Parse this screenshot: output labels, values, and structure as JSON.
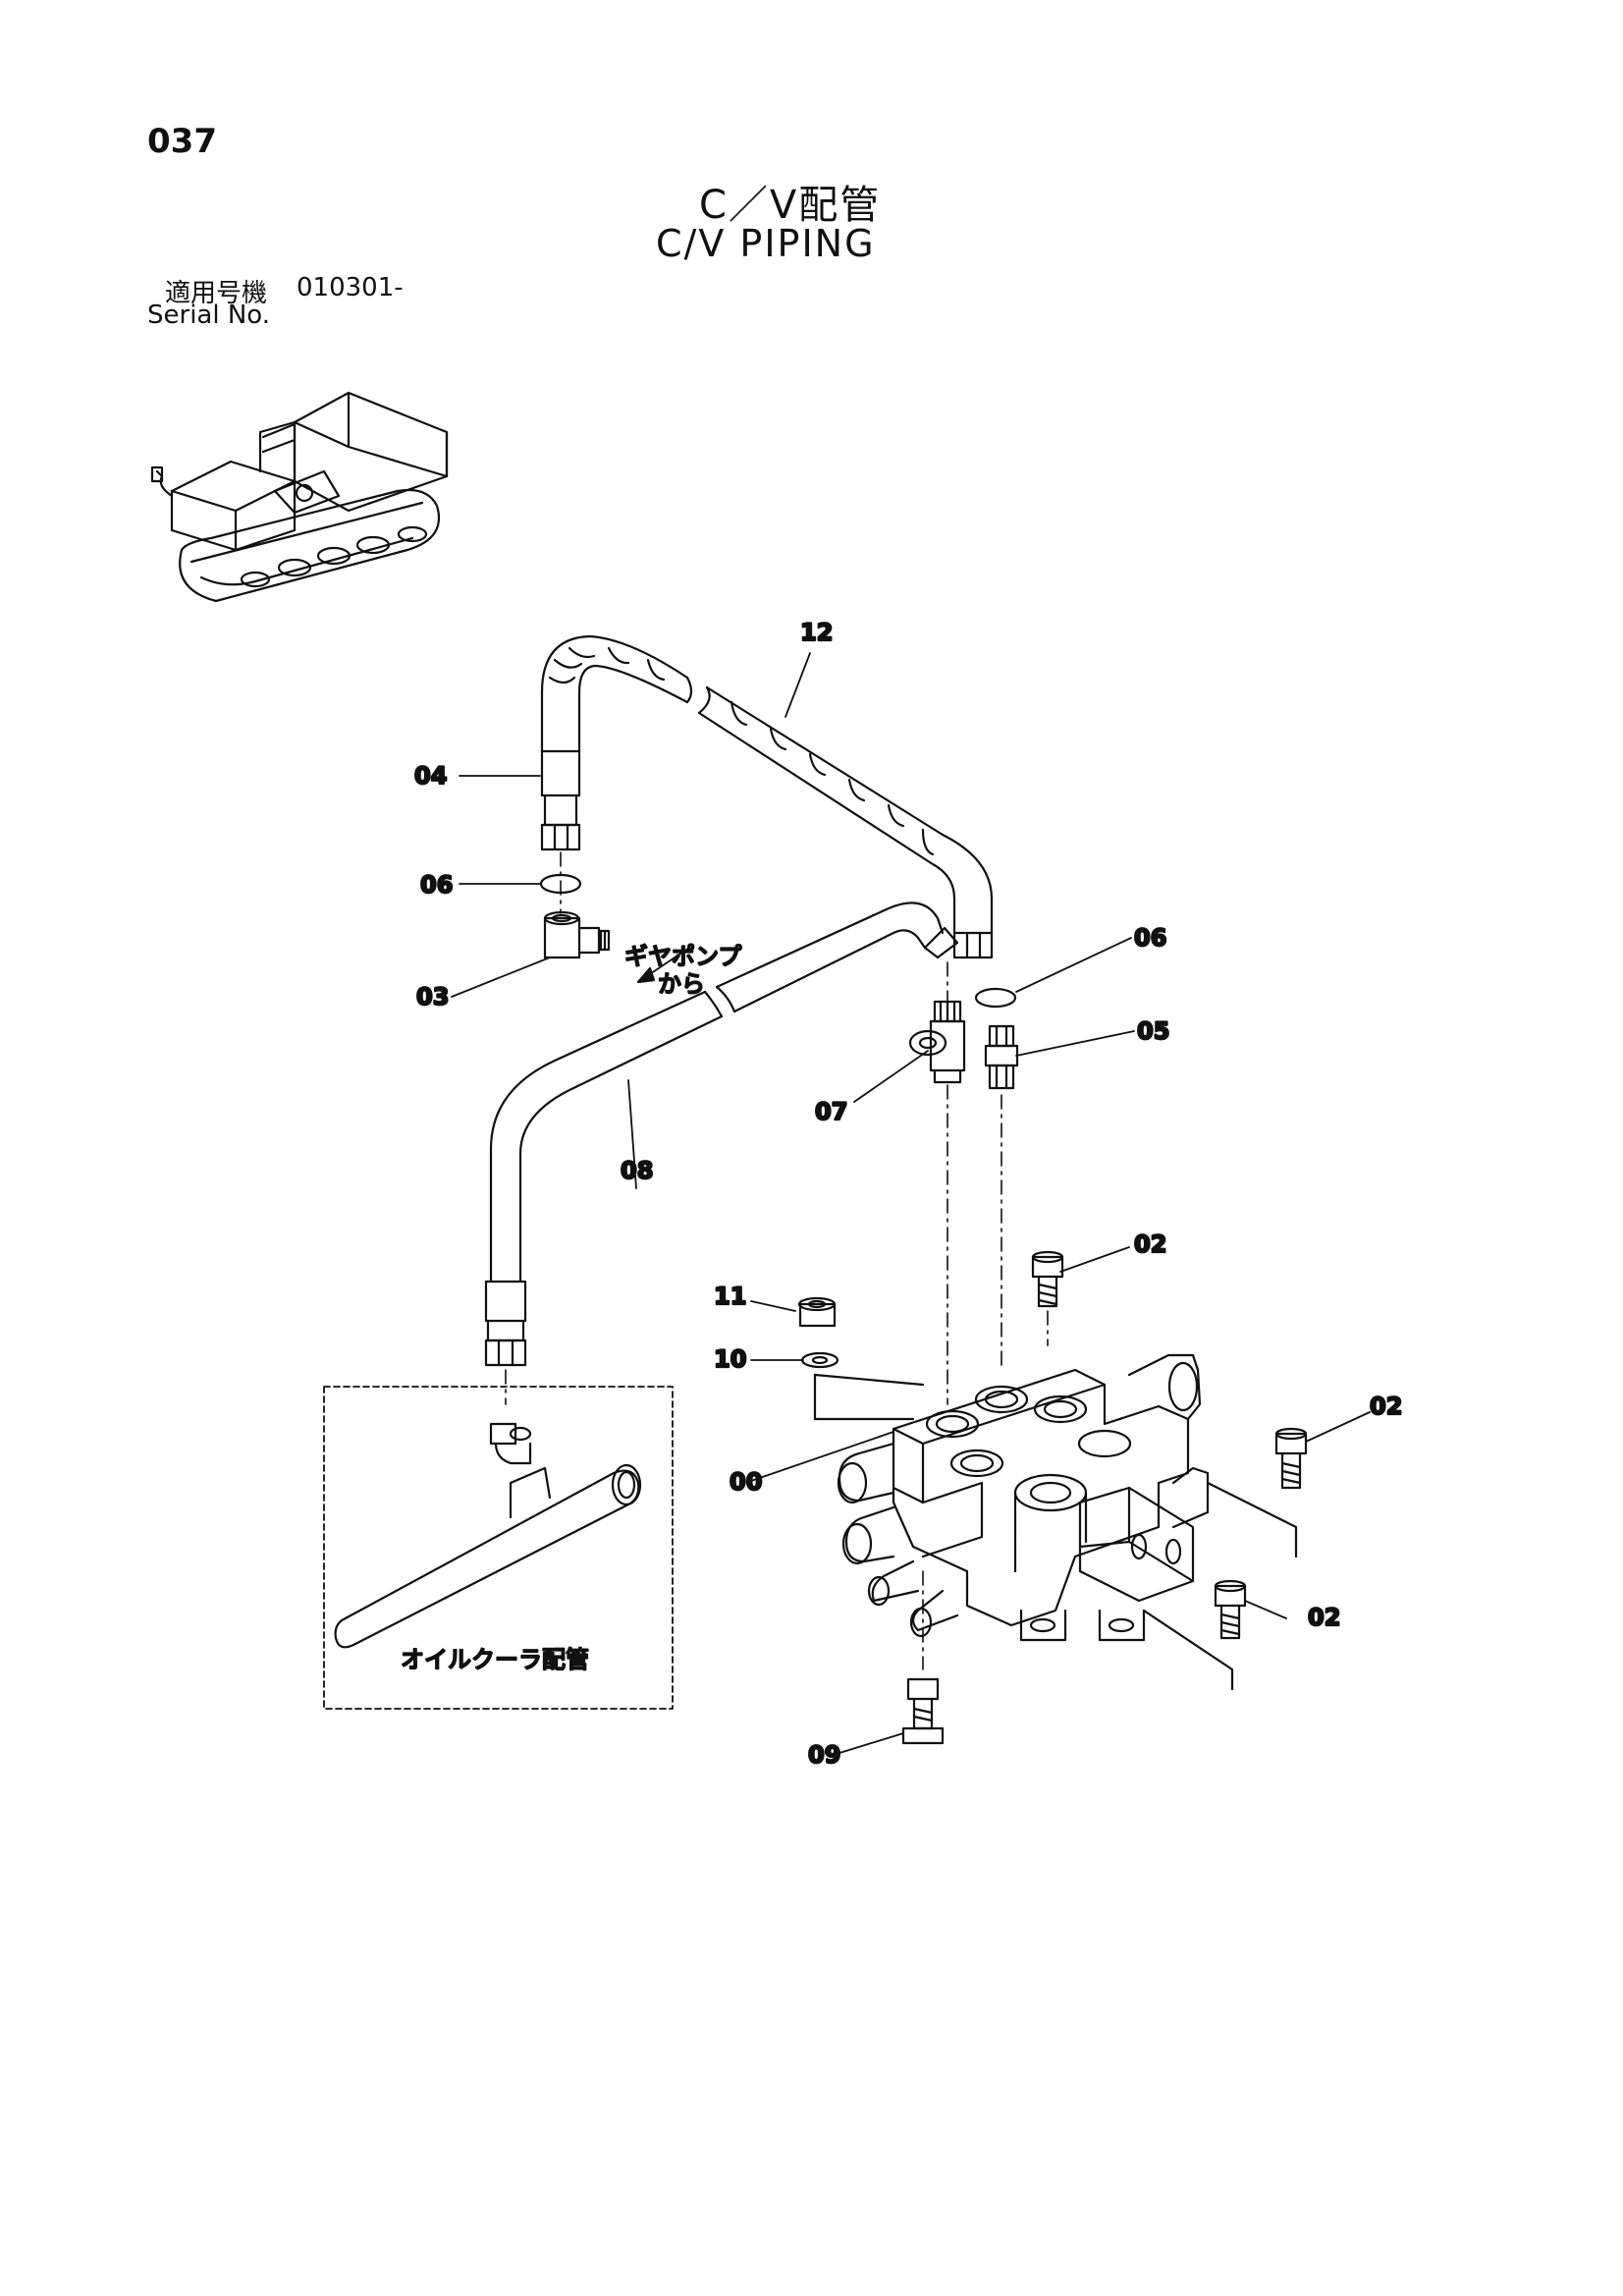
{
  "page": {
    "number": "037"
  },
  "title": {
    "jp": "C／V配管",
    "en": "C/V PIPING"
  },
  "serial": {
    "label_jp": "適用号機",
    "value": "010301-",
    "label_en": "Serial No."
  },
  "callouts": [
    "12",
    "04",
    "06",
    "03",
    "08",
    "06",
    "05",
    "07",
    "02",
    "11",
    "10",
    "00",
    "02",
    "02",
    "09"
  ],
  "notes": {
    "from_gear_pump_line1": "ギヤポンプ",
    "from_gear_pump_line2": "から",
    "oil_cooler_piping": "オイルクーラ配管"
  }
}
